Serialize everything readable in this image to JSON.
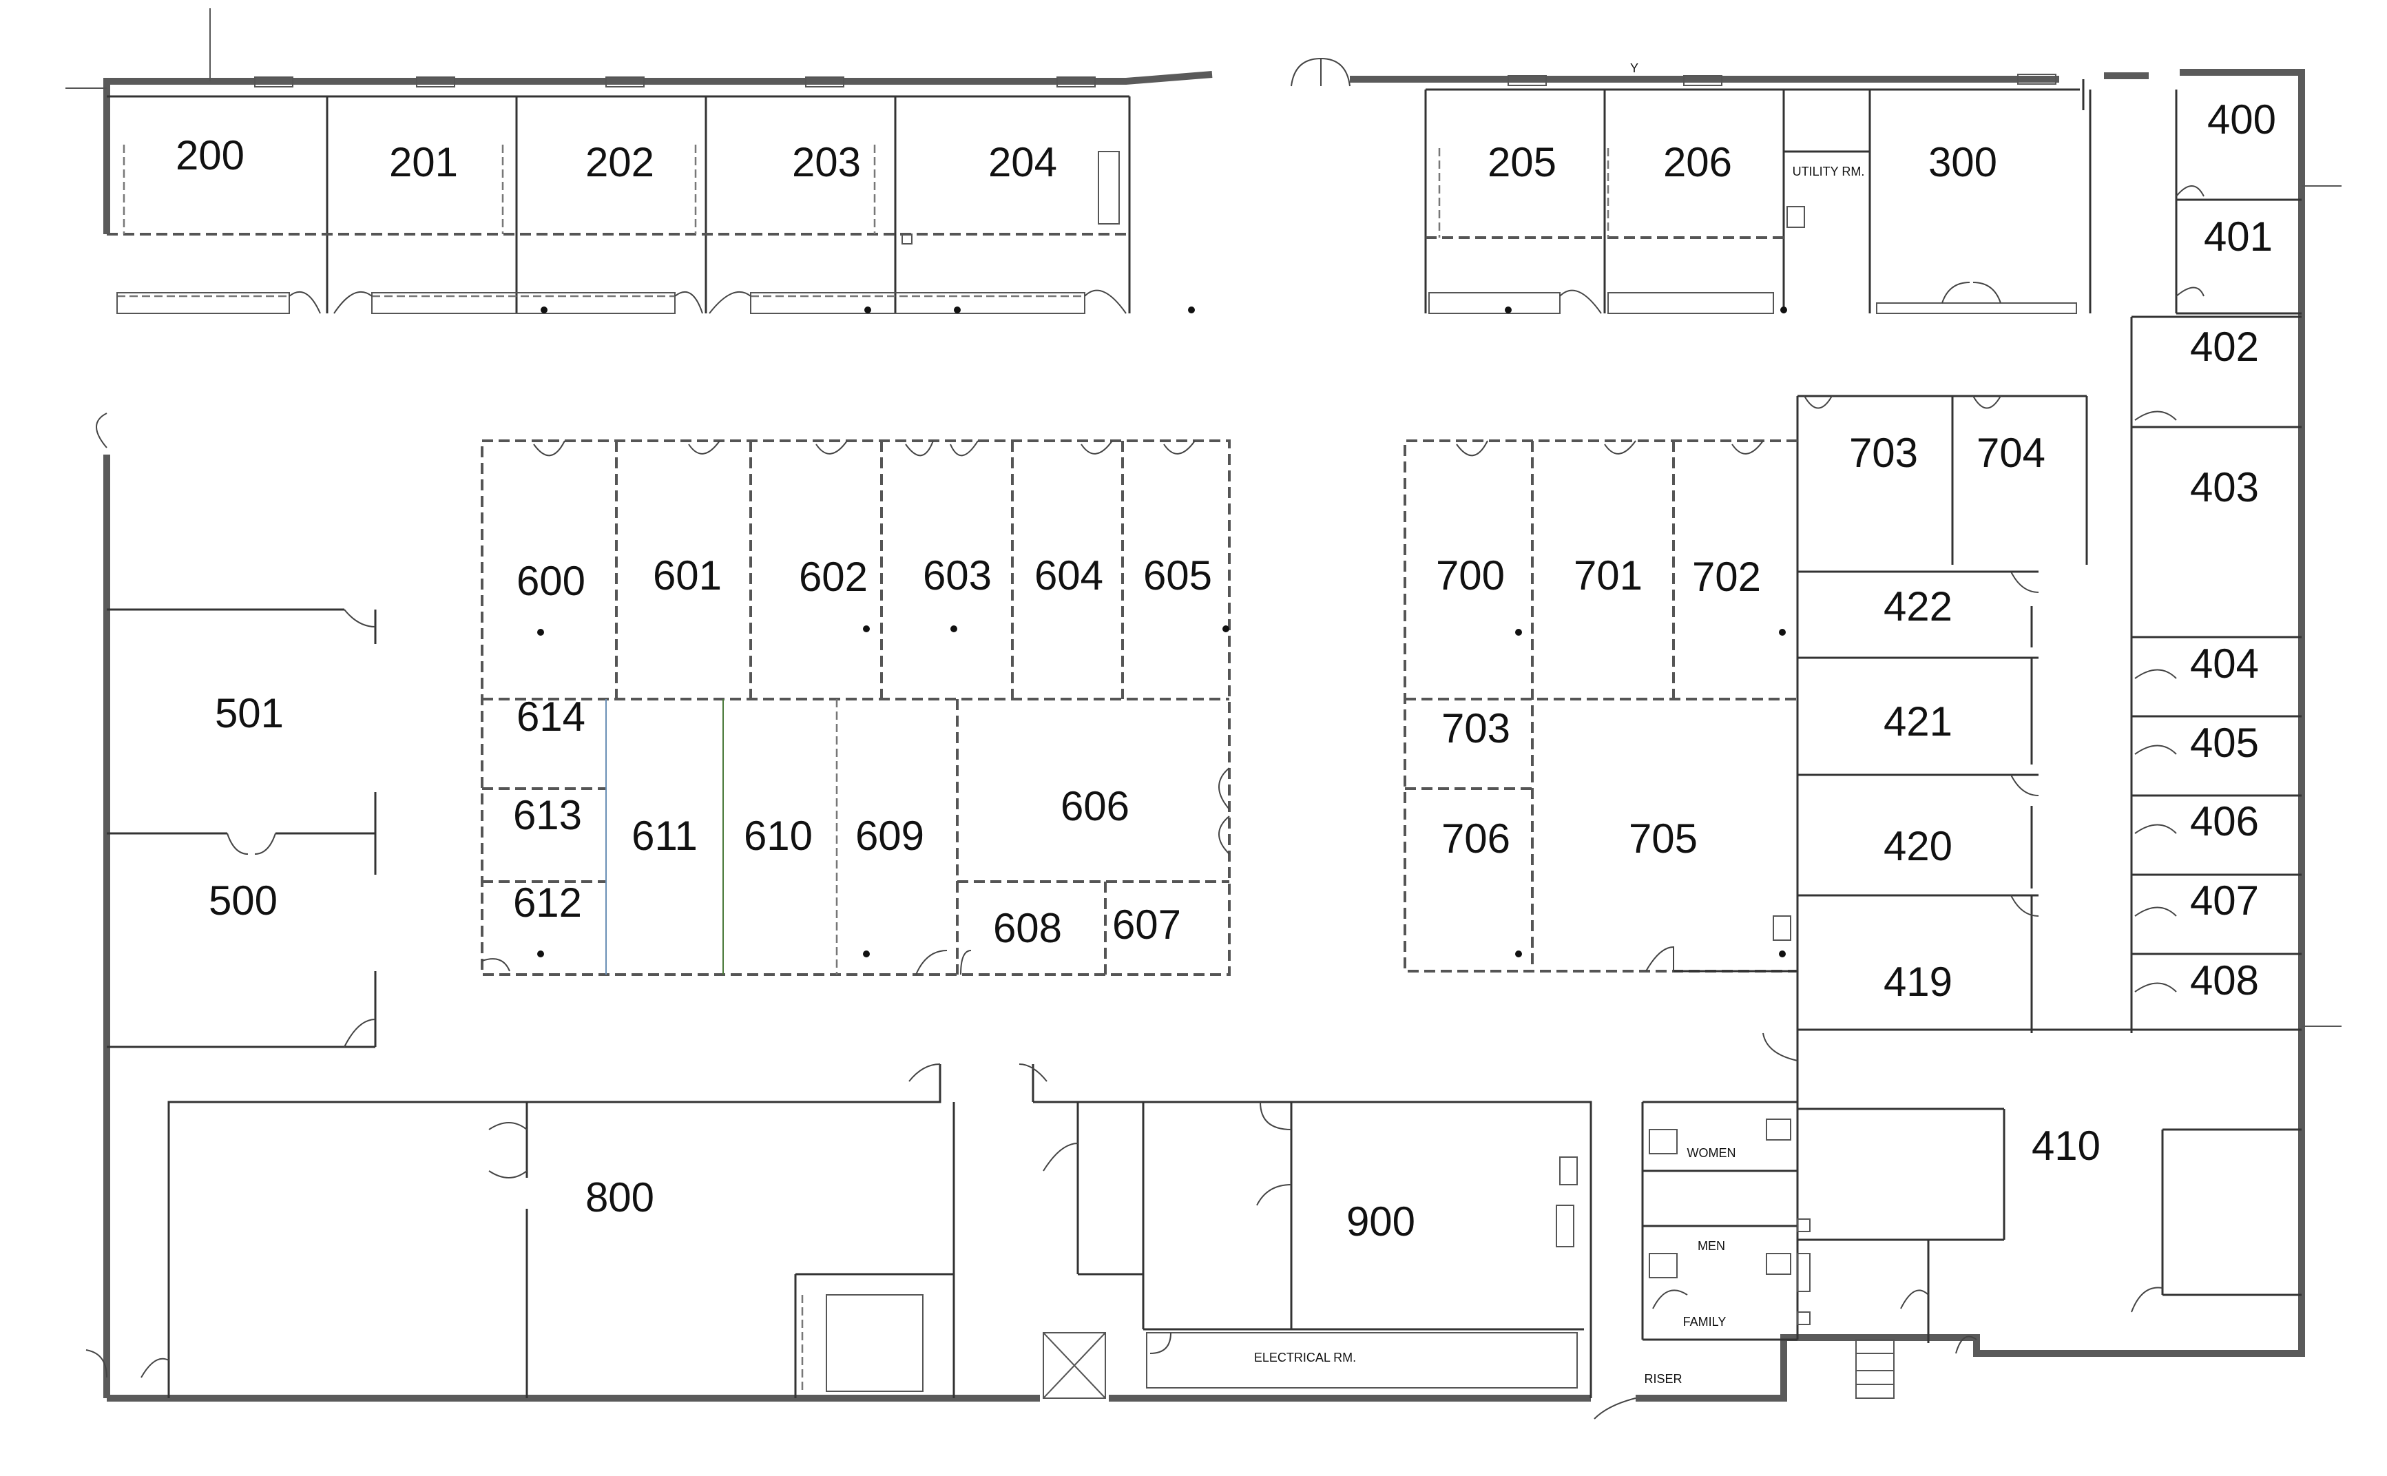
{
  "rooms": {
    "r200": "200",
    "r201": "201",
    "r202": "202",
    "r203": "203",
    "r204": "204",
    "r205": "205",
    "r206": "206",
    "utility": "UTILITY RM.",
    "r300": "300",
    "r400": "400",
    "r401": "401",
    "r402": "402",
    "r403": "403",
    "r404": "404",
    "r405": "405",
    "r406": "406",
    "r407": "407",
    "r408": "408",
    "r410": "410",
    "r419": "419",
    "r420": "420",
    "r421": "421",
    "r422": "422",
    "r500": "500",
    "r501": "501",
    "r600": "600",
    "r601": "601",
    "r602": "602",
    "r603": "603",
    "r604": "604",
    "r605": "605",
    "r606": "606",
    "r607": "607",
    "r608": "608",
    "r609": "609",
    "r610": "610",
    "r611": "611",
    "r612": "612",
    "r613": "613",
    "r614": "614",
    "r700": "700",
    "r701": "701",
    "r702": "702",
    "r703a": "703",
    "r704": "704",
    "r703b": "703",
    "r705": "705",
    "r706": "706",
    "r800": "800",
    "r900": "900",
    "electrical": "ELECTRICAL RM.",
    "women": "WOMEN",
    "men": "MEN",
    "family": "FAMILY",
    "riser": "RISER",
    "north_mark": "Y"
  },
  "colors": {
    "wall": "#5a5a5a",
    "line": "#333333",
    "background": "#ffffff"
  }
}
